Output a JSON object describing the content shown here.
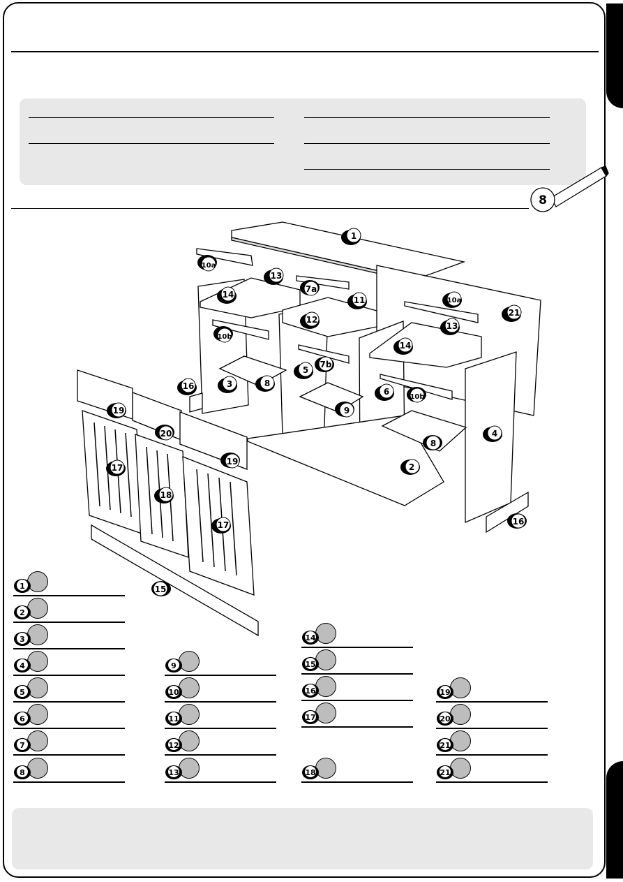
{
  "step": {
    "number": "8"
  },
  "drawing": {
    "callouts": [
      "1",
      "2",
      "3",
      "4",
      "5",
      "6",
      "7a",
      "7b",
      "8",
      "8",
      "9",
      "10a",
      "10a",
      "10b",
      "10b",
      "11",
      "12",
      "13",
      "13",
      "14",
      "14",
      "15",
      "16",
      "16",
      "17",
      "17",
      "18",
      "19",
      "19",
      "20",
      "21"
    ]
  },
  "legend": {
    "items": [
      "1",
      "2",
      "3",
      "4",
      "5",
      "6",
      "7",
      "8",
      "9",
      "10",
      "11",
      "12",
      "13",
      "14",
      "15",
      "16",
      "17",
      "18",
      "19",
      "20",
      "21",
      "21"
    ]
  },
  "colors": {
    "border": "#000000",
    "panel": "#e8e8e8",
    "legend_circle": "#bdbdbd"
  }
}
